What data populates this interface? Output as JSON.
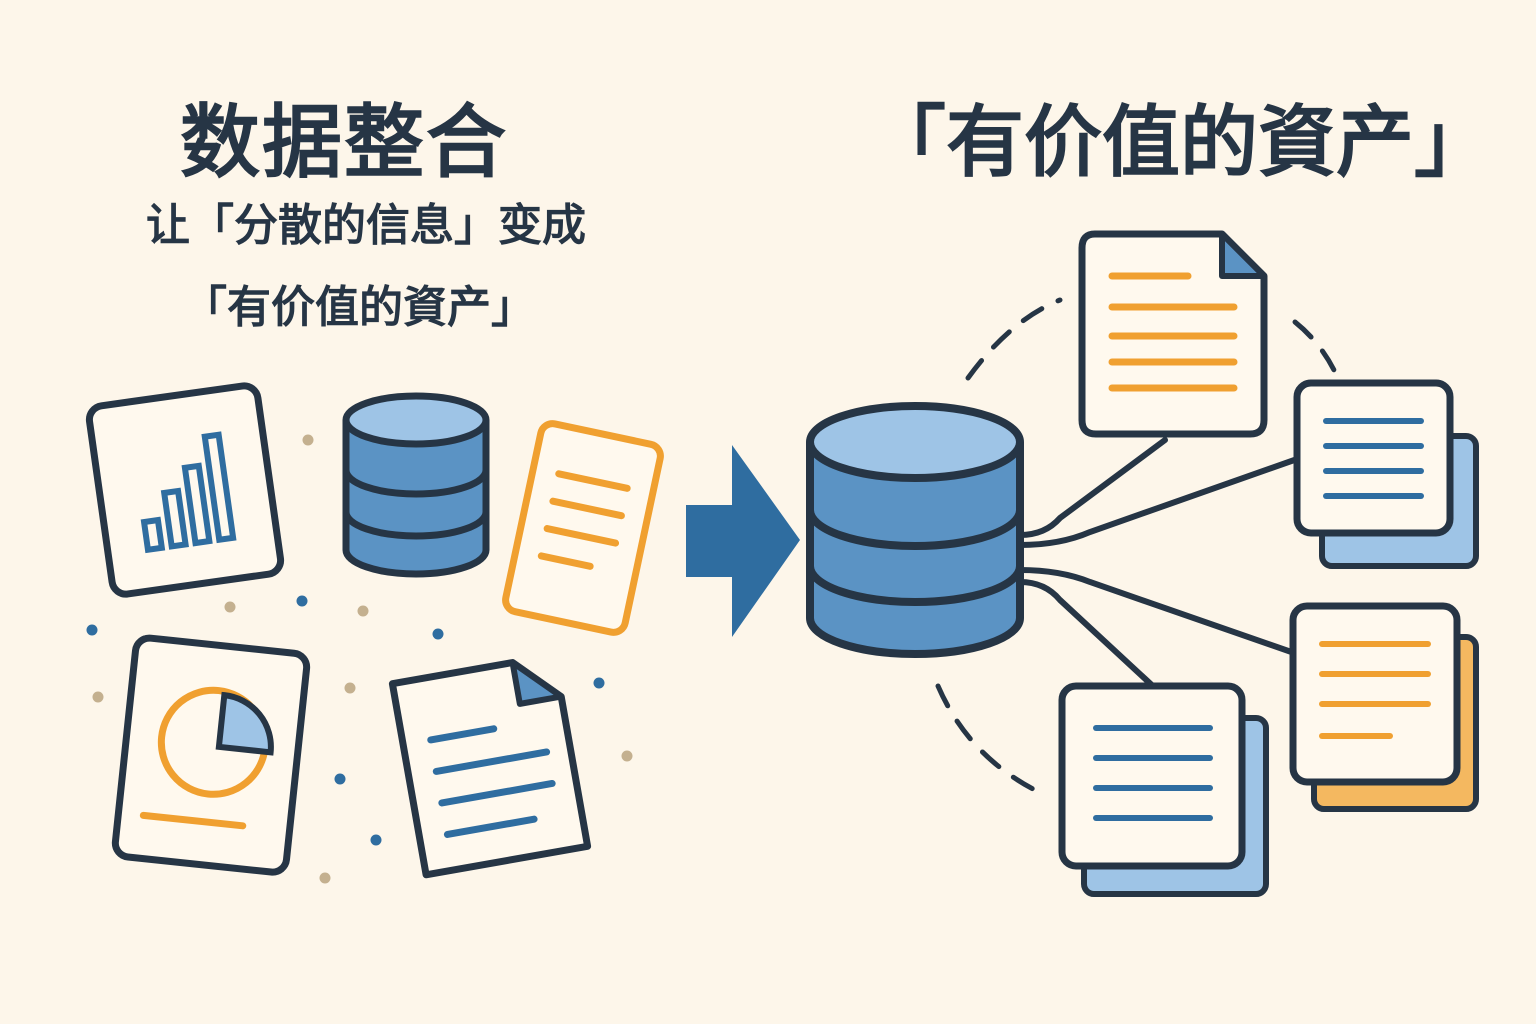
{
  "heading": {
    "left_title": "数据整合",
    "right_title": "「有价值的資产」"
  },
  "subtitle": {
    "line1": "让「分散的信息」变成",
    "line2": "「有价值的資产」"
  },
  "colors": {
    "background": "#fdf6ea",
    "navy": "#263545",
    "blue": "#5b93c4",
    "blue_light": "#9ec4e6",
    "blue_dark": "#2f6da0",
    "orange": "#f0a030",
    "orange_light": "#f4b860",
    "paper": "#fff9ee",
    "dot_tan": "#c4b08f",
    "dot_blue": "#2f6da0"
  },
  "icons": {
    "source_items": [
      "bar-chart-document-icon",
      "database-icon",
      "text-document-icon",
      "pie-chart-document-icon",
      "folded-document-icon"
    ],
    "flow": "arrow-right-icon",
    "hub": "database-icon",
    "outputs": [
      "folded-document-icon",
      "stacked-document-icon",
      "stacked-document-icon",
      "stacked-document-icon"
    ]
  }
}
